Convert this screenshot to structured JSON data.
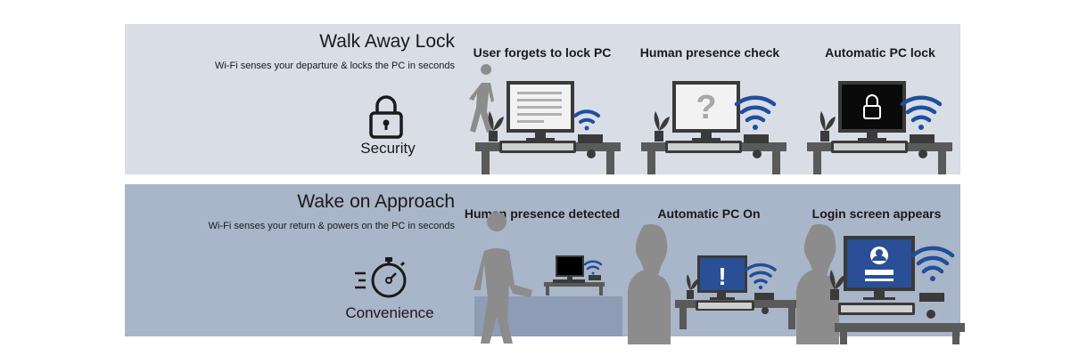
{
  "walk_away": {
    "title": "Walk Away Lock",
    "subtitle": "Wi-Fi senses your departure & locks the PC in seconds",
    "category_label": "Security",
    "category_icon": "padlock-icon",
    "steps": [
      {
        "heading": "User forgets to lock PC"
      },
      {
        "heading": "Human presence check"
      },
      {
        "heading": "Automatic PC lock"
      }
    ]
  },
  "wake_on_approach": {
    "title": "Wake on Approach",
    "subtitle": "Wi-Fi senses your return & powers on the PC in seconds",
    "category_label": "Convenience",
    "category_icon": "stopwatch-icon",
    "steps": [
      {
        "heading": "Human presence detected"
      },
      {
        "heading": "Automatic PC On"
      },
      {
        "heading": "Login screen appears"
      }
    ]
  },
  "colors": {
    "top_panel": "#d8dde6",
    "bottom_panel": "#a9b5c8",
    "wifi_blue": "#1f4e9c",
    "screen_blue": "#2a4f96",
    "person_gray": "#8c8c8c"
  }
}
